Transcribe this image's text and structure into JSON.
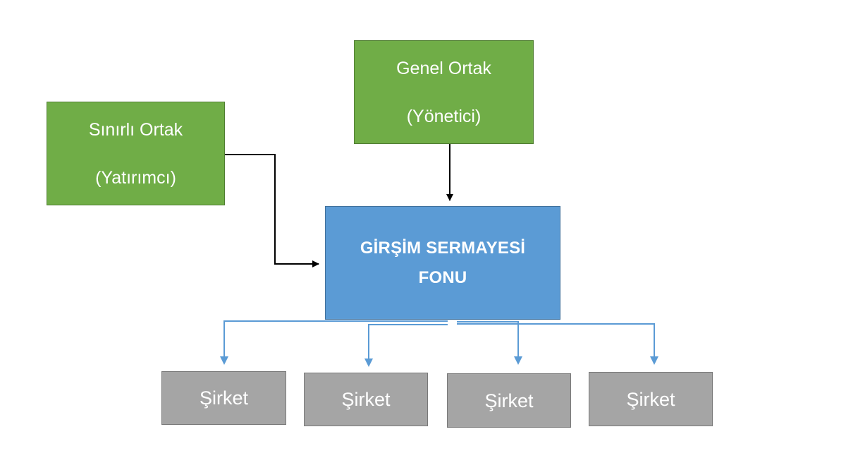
{
  "diagram": {
    "limited_partner": {
      "title": "Sınırlı Ortak",
      "subtitle": "(Yatırımcı)"
    },
    "general_partner": {
      "title": "Genel Ortak",
      "subtitle": "(Yönetici)"
    },
    "fund": {
      "line1": "GİRŞİM SERMAYESİ",
      "line2": "FONU"
    },
    "companies": [
      {
        "label": "Şirket"
      },
      {
        "label": "Şirket"
      },
      {
        "label": "Şirket"
      },
      {
        "label": "Şirket"
      }
    ],
    "colors": {
      "partner_fill": "#70ad47",
      "fund_fill": "#5b9bd5",
      "company_fill": "#a5a5a5",
      "partner_arrow": "#000000",
      "company_arrow": "#5b9bd5"
    }
  }
}
